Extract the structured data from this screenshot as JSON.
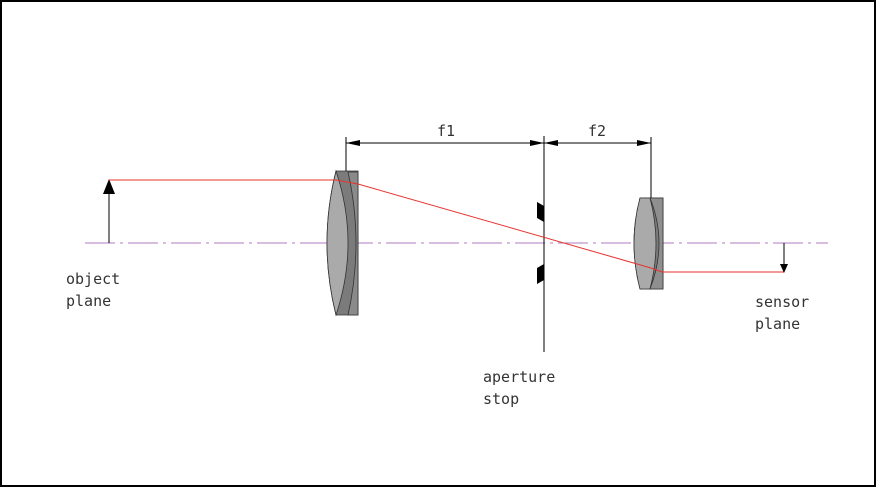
{
  "diagram": {
    "labels": {
      "f1": "f1",
      "f2": "f2",
      "object_line1": "object",
      "object_line2": "plane",
      "aperture_line1": "aperture",
      "aperture_line2": "stop",
      "sensor_line1": "sensor",
      "sensor_line2": "plane"
    },
    "colors": {
      "frame": "#000000",
      "ray": "#e8322e",
      "optical_axis": "#b07bc0",
      "lens_light": "#aaaaaa",
      "lens_dark": "#7b7b7b",
      "dimension_line": "#000000"
    }
  }
}
